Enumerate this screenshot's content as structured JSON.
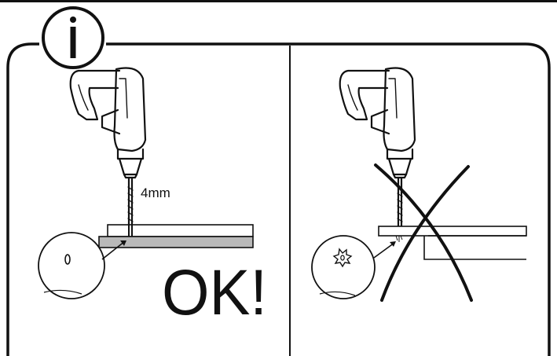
{
  "info_marker": "i",
  "left_panel": {
    "drill_bit_size": "4mm",
    "verdict": "OK!"
  },
  "right_panel": {
    "verdict_mark": "cross"
  },
  "colors": {
    "line": "#111111",
    "board_fill": "#b9b9b9",
    "background": "#ffffff"
  }
}
